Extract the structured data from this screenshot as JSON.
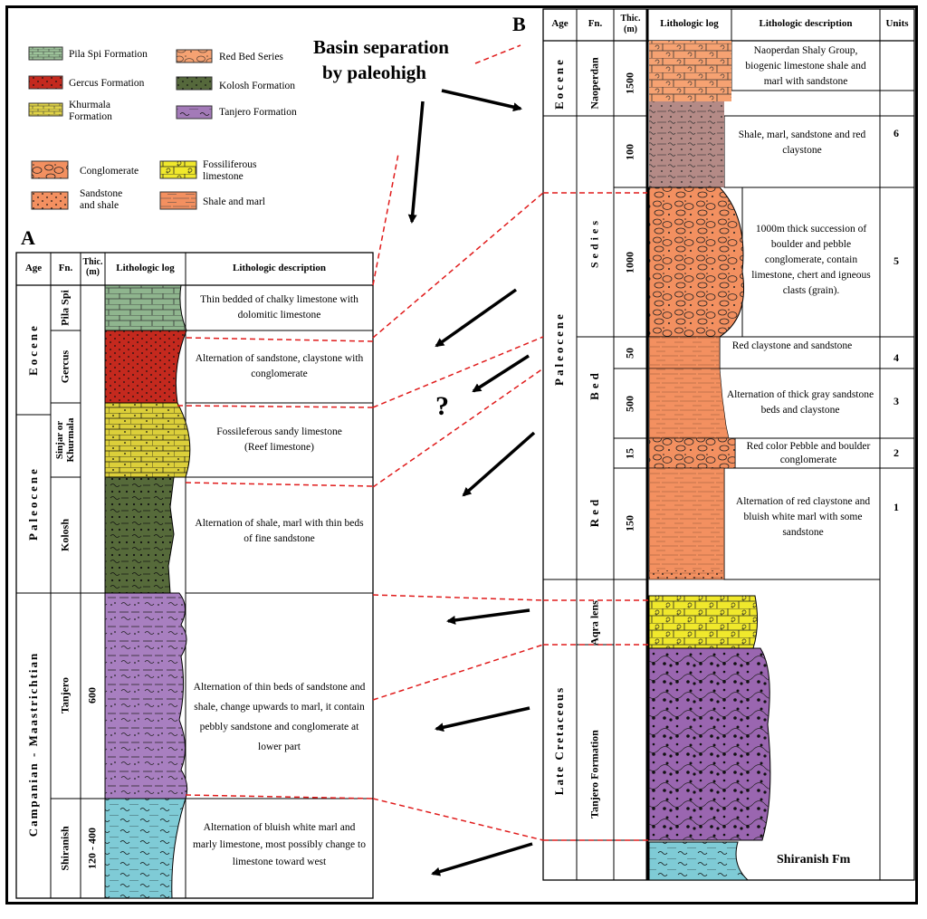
{
  "title": "Basin separation\nby paleohigh",
  "title_line1": "Basin separation",
  "title_line2": "by paleohigh",
  "panel_a_label": "A",
  "panel_b_label": "B",
  "question_mark": "?",
  "legend": {
    "formations": [
      {
        "name": "Pila Spi Formation",
        "color": "#9dc39a"
      },
      {
        "name": "Red Bed Series",
        "color": "#f6a272"
      },
      {
        "name": "Gercus Formation",
        "color": "#c4291e"
      },
      {
        "name": "Kolosh Formation",
        "color": "#55683b"
      },
      {
        "name": "Khurmala Formation",
        "color": "#e0d348"
      },
      {
        "name": "Tanjero Formation",
        "color": "#a37ab8"
      }
    ],
    "lithologies": [
      {
        "name": "Conglomerate",
        "color": "#f39060"
      },
      {
        "name": "Fossiliferous limestone",
        "color": "#f0e82c"
      },
      {
        "name": "Sandstone and shale",
        "color": "#f39060"
      },
      {
        "name": "Shale and marl",
        "color": "#f39060"
      }
    ]
  },
  "headers": {
    "age": "Age",
    "fn": "Fn.",
    "thick": "Thic.\n(m)",
    "thick_a1": "Thic.",
    "thick_a2": "(m)",
    "log": "Lithologic log",
    "desc": "Lithologic description",
    "units": "Units"
  },
  "column_a": {
    "ages": [
      "Eocene",
      "Paleocene",
      "Campanian - Maastrichtian"
    ],
    "formations": [
      "Pila Spi",
      "Gercus",
      "Sinjar or Khurmala",
      "Kolosh",
      "Tanjero",
      "Shiranish"
    ],
    "thickness": [
      "600",
      "120 - 400"
    ],
    "descriptions": [
      "Thin bedded of chalky limestone with dolomitic limestone",
      "Alternation of sandstone, claystone with conglomerate",
      "Fossileferous sandy limestone (Reef limestone)",
      "Alternation of shale, marl with thin beds of fine sandstone",
      "Alternation of thin beds of sandstone and shale, change upwards to marl, it contain pebbly sandstone and conglomerate at lower part",
      "Alternation of bluish white marl and marly limestone, most possibly change to limestone toward west"
    ],
    "sinjar_line1": "Sinjar or",
    "sinjar_line2": "Khurmala"
  },
  "column_b": {
    "ages": [
      "Eocene",
      "Paleocene",
      "Late Cretaceous"
    ],
    "formations": [
      "Naoperdan",
      "Sedies",
      "Red Bed",
      "Aqra lens",
      "Tanjero Formation"
    ],
    "red": "Red",
    "bed": "Bed",
    "thickness": [
      "1500",
      "100",
      "1000",
      "50",
      "500",
      "15",
      "150"
    ],
    "descriptions": [
      "Naoperdan Shaly Group, biogenic limestone shale and marl with sandstone",
      "Shale, marl, sandstone and red claystone",
      "1000m thick succession of boulder and pebble conglomerate, contain limestone, chert and igneous clasts (grain).",
      "Red claystone and sandstone",
      "Alternation of thick gray sandstone beds and claystone",
      "Red color Pebble and boulder conglomerate",
      "Alternation of red claystone and bluish white marl with some sandstone"
    ],
    "units": [
      "6",
      "5",
      "4",
      "3",
      "2",
      "1"
    ],
    "shiranish_label": "Shiranish Fm"
  }
}
